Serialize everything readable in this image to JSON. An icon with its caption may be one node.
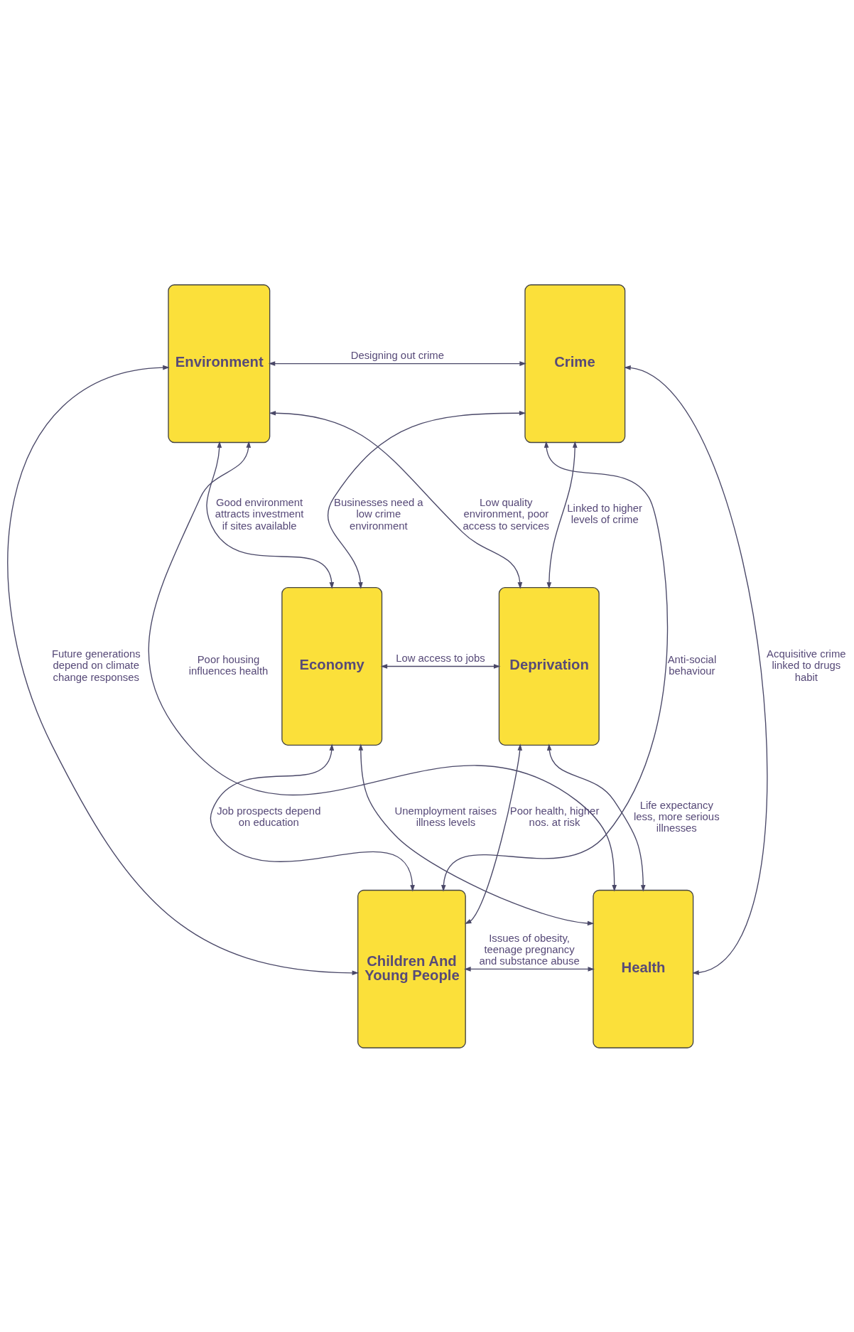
{
  "diagram": {
    "nodes": [
      {
        "text": [
          "Environment"
        ]
      },
      {
        "text": [
          "Crime"
        ]
      },
      {
        "text": [
          "Economy"
        ]
      },
      {
        "text": [
          "Deprivation"
        ]
      },
      {
        "text": [
          "Children And Young People"
        ]
      },
      {
        "text": [
          "Health"
        ]
      }
    ],
    "edges": [
      {
        "from": 0,
        "to": 1,
        "arrow": "both",
        "label": "Designing out crime"
      },
      {
        "from": 0,
        "to": 2,
        "arrow": "both",
        "label": "Good environment attracts investment if sites available"
      },
      {
        "from": 1,
        "to": 3,
        "arrow": "both",
        "label": "Linked to higher levels of crime"
      },
      {
        "from": 2,
        "to": 3,
        "arrow": "both",
        "label": "Low access to jobs"
      },
      {
        "from": 2,
        "to": 4,
        "arrow": "both",
        "label": "Job prospects depend on education"
      },
      {
        "from": 3,
        "to": 5,
        "arrow": "both",
        "label": "Life expectancy less, more serious illnesses"
      },
      {
        "from": 4,
        "to": 5,
        "arrow": "both",
        "label": "Issues of obesity, teenage pregnancy and substance abuse"
      },
      {
        "from": 0,
        "to": 4,
        "arrow": "both",
        "label": "Future generations depend on climate change responses"
      },
      {
        "from": 1,
        "to": 5,
        "arrow": "both",
        "label": "Acquisitive crime linked to drugs habit"
      },
      {
        "from": 2,
        "to": 1,
        "arrow": "both",
        "label": "Businesses need a low crime environment"
      },
      {
        "from": 0,
        "to": 3,
        "arrow": "both",
        "label": "Low quality environment, poor access to services"
      },
      {
        "from": 0,
        "to": 5,
        "arrow": "both",
        "label": "Poor housing influences health"
      },
      {
        "from": 1,
        "to": 4,
        "arrow": "both",
        "label": "Anti-social behaviour"
      },
      {
        "from": 2,
        "to": 5,
        "arrow": "both",
        "label": "Unemployment raises illness levels"
      },
      {
        "from": 3,
        "to": 4,
        "arrow": "both",
        "label": "Poor health, higher nos. at risk"
      }
    ]
  }
}
